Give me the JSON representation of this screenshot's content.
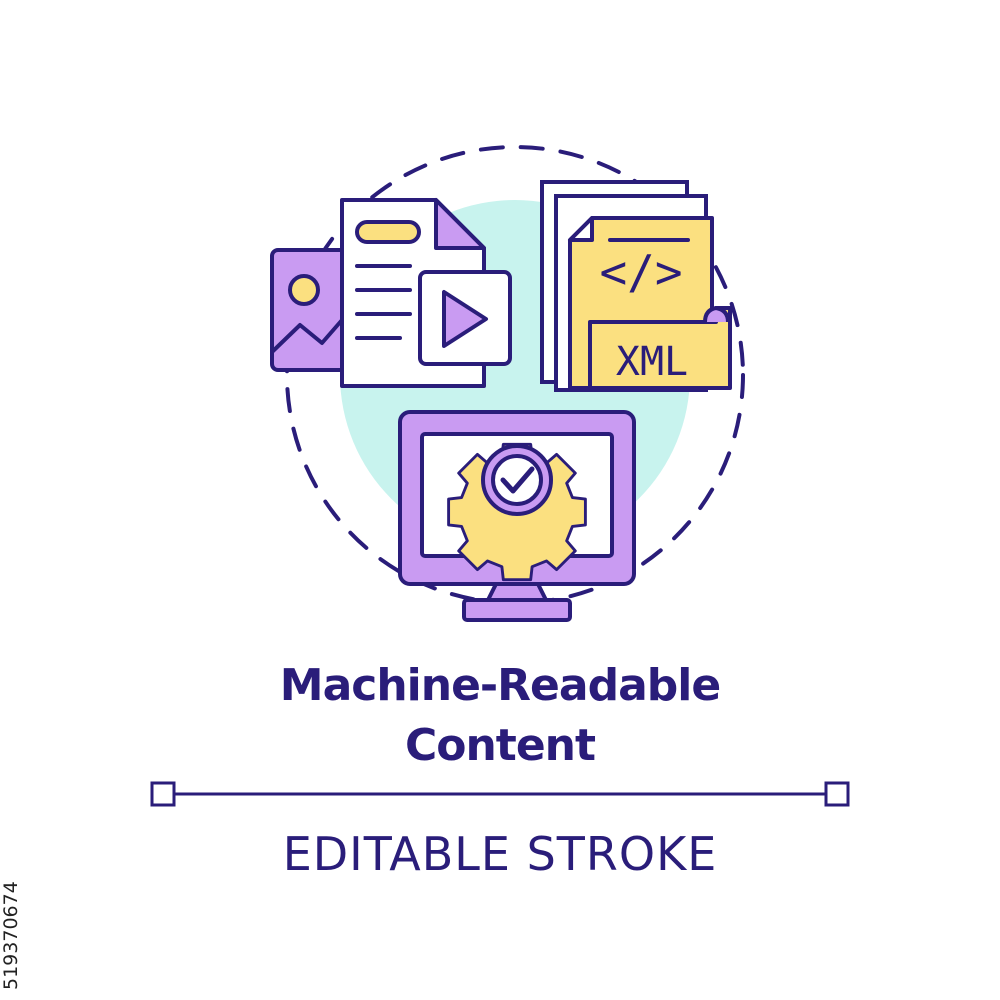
{
  "title": {
    "line1": "Machine-Readable",
    "line2": "Content"
  },
  "caption": "EDITABLE STROKE",
  "image_id": "519370674",
  "icon_labels": {
    "code": "</>",
    "xml": "XML"
  },
  "icons": [
    "image-icon",
    "document-icon",
    "video-play-icon",
    "code-file-icon",
    "xml-file-icon",
    "monitor-icon",
    "gear-icon",
    "check-icon"
  ],
  "colors": {
    "stroke": "#2a1d7a",
    "purple": "#c99bf2",
    "yellow": "#fbe080",
    "teal": "#c8f3ee",
    "text": "#2a1d7a"
  }
}
